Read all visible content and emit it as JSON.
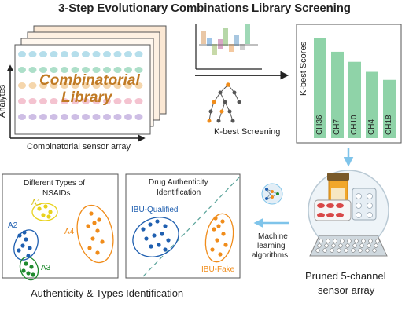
{
  "title": "3-Step Evolutionary Combinations Library Screening",
  "library": {
    "text_line1": "Combinatorial",
    "text_line2": "Library",
    "y_axis": "Analytes",
    "x_axis": "Combinatorial sensor array"
  },
  "kbest": {
    "label": "K-best Screening"
  },
  "scores_chart": {
    "ylabel": "K-best Scores",
    "bar_color": "#8fd3a8"
  },
  "chart_data": {
    "type": "bar",
    "categories": [
      "CH36",
      "CH7",
      "CH10",
      "CH4",
      "CH18"
    ],
    "values": [
      1.0,
      0.86,
      0.76,
      0.66,
      0.58
    ],
    "title": "",
    "xlabel": "",
    "ylabel": "K-best Scores"
  },
  "nsaid_panel": {
    "title_line1": "Different Types of",
    "title_line2": "NSAIDs",
    "groups": [
      {
        "name": "A1",
        "color": "#e8d21c"
      },
      {
        "name": "A2",
        "color": "#1f5fb0"
      },
      {
        "name": "A3",
        "color": "#1f8a2e"
      },
      {
        "name": "A4",
        "color": "#f08c1a"
      }
    ]
  },
  "auth_panel": {
    "title_line1": "Drug Authenticity",
    "title_line2": "Identification",
    "qualified": "IBU-Qualified",
    "fake": "IBU-Fake",
    "qualified_color": "#1f5fb0",
    "fake_color": "#f08c1a"
  },
  "ml": {
    "line1": "Machine",
    "line2": "learning",
    "line3": "algorithms"
  },
  "pruned": {
    "line1": "Pruned 5-channel",
    "line2": "sensor array"
  },
  "bottom_caption": "Authenticity & Types Identification",
  "accent_color": "#7fc4ea"
}
